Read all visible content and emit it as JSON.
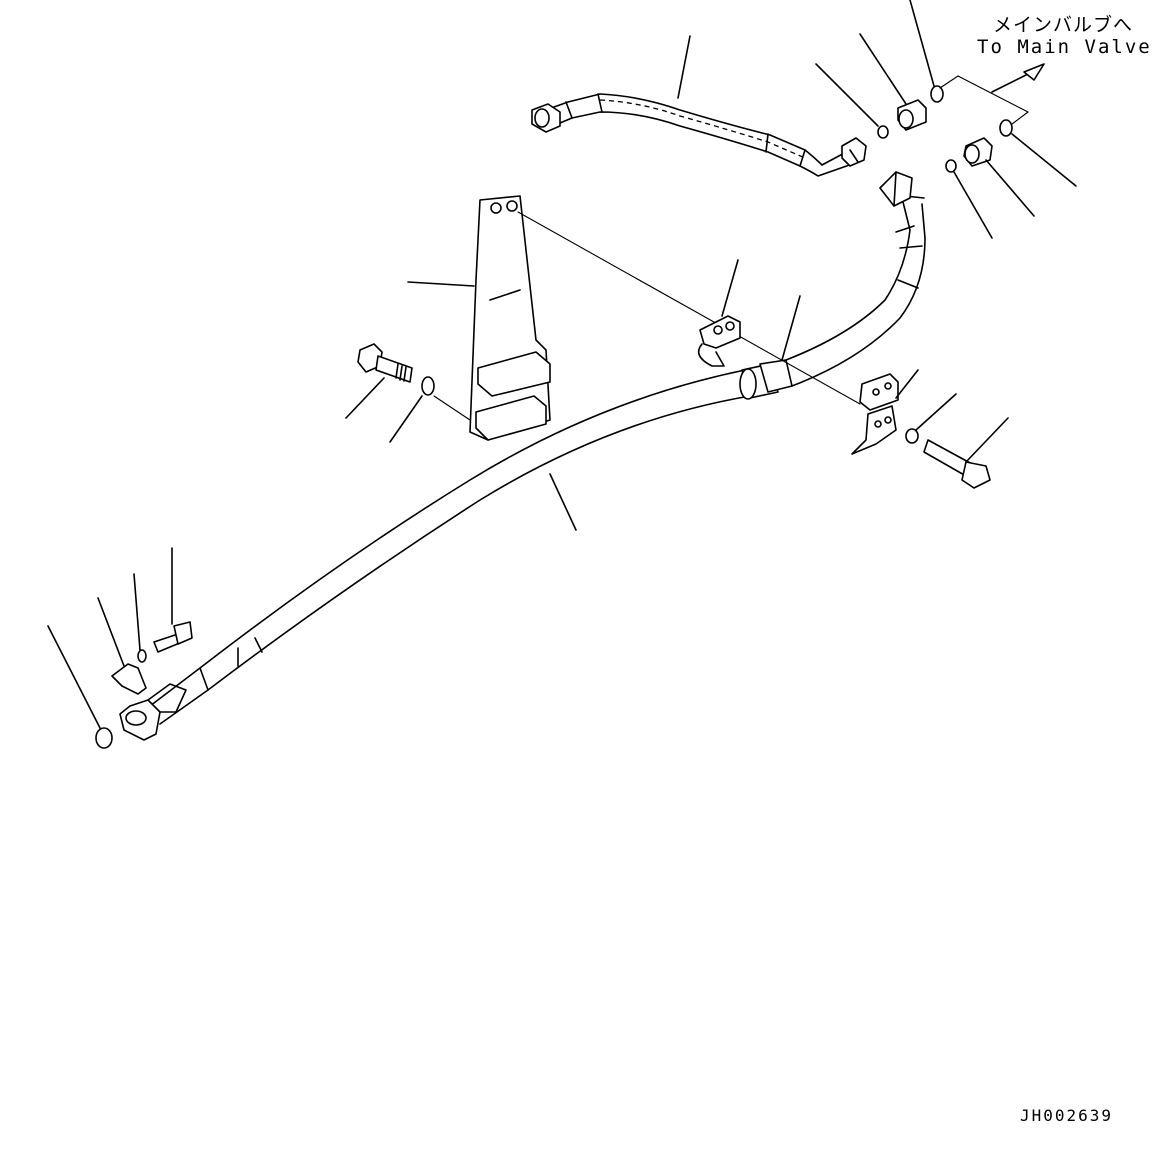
{
  "annotation": {
    "destination_jp": "メインバルブへ",
    "destination_en": "To Main Valve"
  },
  "drawing_number": "JH002639"
}
